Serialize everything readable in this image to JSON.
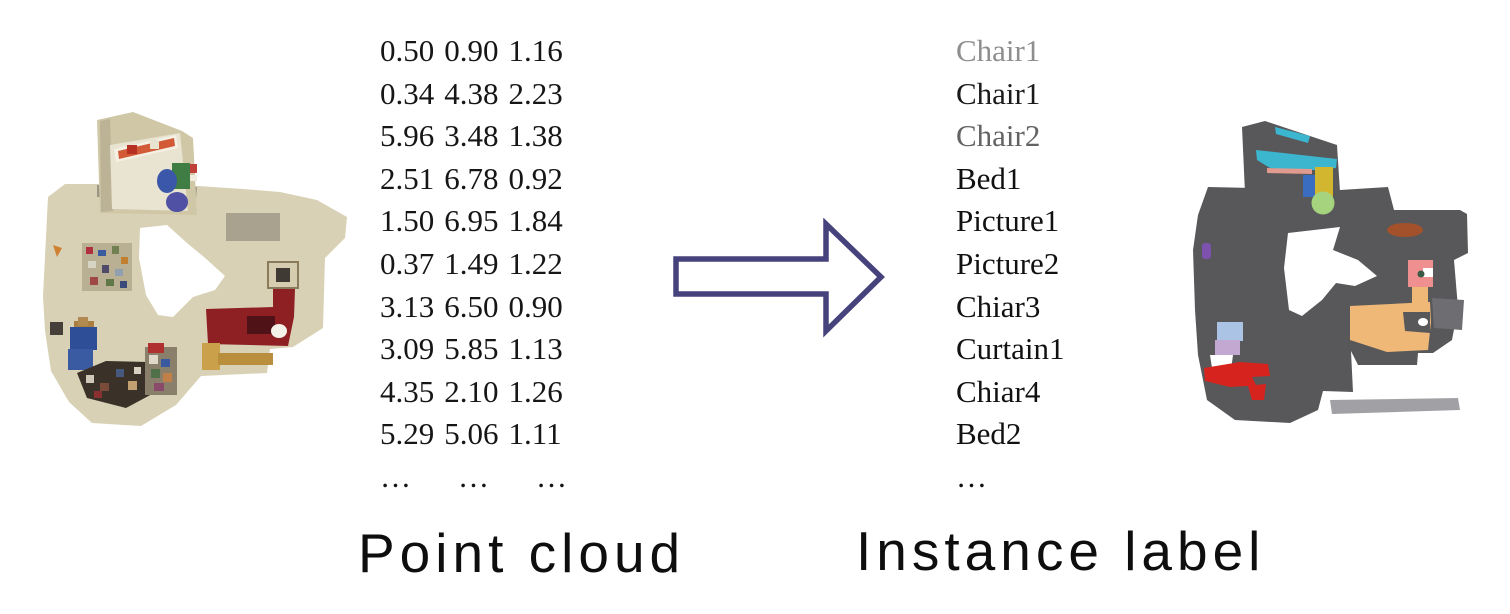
{
  "captions": {
    "left": "Point cloud",
    "right": "Instance label"
  },
  "point_cloud": {
    "rows": [
      [
        "0.50",
        "0.90",
        "1.16"
      ],
      [
        "0.34",
        "4.38",
        "2.23"
      ],
      [
        "5.96",
        "3.48",
        "1.38"
      ],
      [
        "2.51",
        "6.78",
        "0.92"
      ],
      [
        "1.50",
        "6.95",
        "1.84"
      ],
      [
        "0.37",
        "1.49",
        "1.22"
      ],
      [
        "3.13",
        "6.50",
        "0.90"
      ],
      [
        "3.09",
        "5.85",
        "1.13"
      ],
      [
        "4.35",
        "2.10",
        "1.26"
      ],
      [
        "5.29",
        "5.06",
        "1.11"
      ],
      [
        "…",
        "…",
        "…"
      ]
    ]
  },
  "instance_labels": {
    "items": [
      {
        "text": "Chair1",
        "color": "#8e8e8e"
      },
      {
        "text": "Chair1",
        "color": "#1a1a1a"
      },
      {
        "text": "Chair2",
        "color": "#636363"
      },
      {
        "text": "Bed1",
        "color": "#111111"
      },
      {
        "text": "Picture1",
        "color": "#111111"
      },
      {
        "text": "Picture2",
        "color": "#111111"
      },
      {
        "text": "Chiar3",
        "color": "#111111"
      },
      {
        "text": "Curtain1",
        "color": "#111111"
      },
      {
        "text": "Chiar4",
        "color": "#111111"
      },
      {
        "text": "Bed2",
        "color": "#111111"
      },
      {
        "text": "…",
        "color": "#111111"
      }
    ]
  },
  "arrow": {
    "direction": "right",
    "stroke": "#46427c",
    "fill": "#ffffff"
  },
  "colors": {
    "scan": {
      "wall": "#cfc7a6",
      "wall_shade": "#bcb397",
      "wall_light": "#e9e3d1",
      "floor": "#d9d1b5",
      "band": "#8f8c7c",
      "banner": "#f4f0e4",
      "stripe": "#d0512c",
      "box_green": "#3f7d45",
      "blob_blue1": "#3b57a9",
      "blob_blue2": "#5050a5",
      "bed_red": "#8e2024",
      "bed_dark": "#4f1317",
      "wood": "#b98f3e",
      "wood_light": "#caa04a",
      "chair_blue": "#2e4f97",
      "chair_blue2": "#3a5aa2",
      "clutter": "#3a3128",
      "collage": "#b9b094",
      "pile": "#8a7f6a",
      "mottle": "#a29c8a",
      "frame": "#d6cdb0",
      "frame_inner": "#3f3a33",
      "accent_orange": "#d08030",
      "accent_red": "#bf4038"
    },
    "seg": {
      "base": "#58585a",
      "light_patch": "#6e6e72",
      "light_strip": "#919195",
      "cyan": "#3cb5cf",
      "salmon": "#e19a8e",
      "blue": "#3a6cc0",
      "yellow": "#d2b62f",
      "green": "#a6d47e",
      "brown": "#a3512a",
      "purple": "#7d52ad",
      "pink": "#ef8f8f",
      "pink_dot": "#3a5a45",
      "light_blue": "#abc4e6",
      "lilac": "#c3a9d2",
      "red": "#d6231d",
      "orange": "#f0b877"
    }
  }
}
